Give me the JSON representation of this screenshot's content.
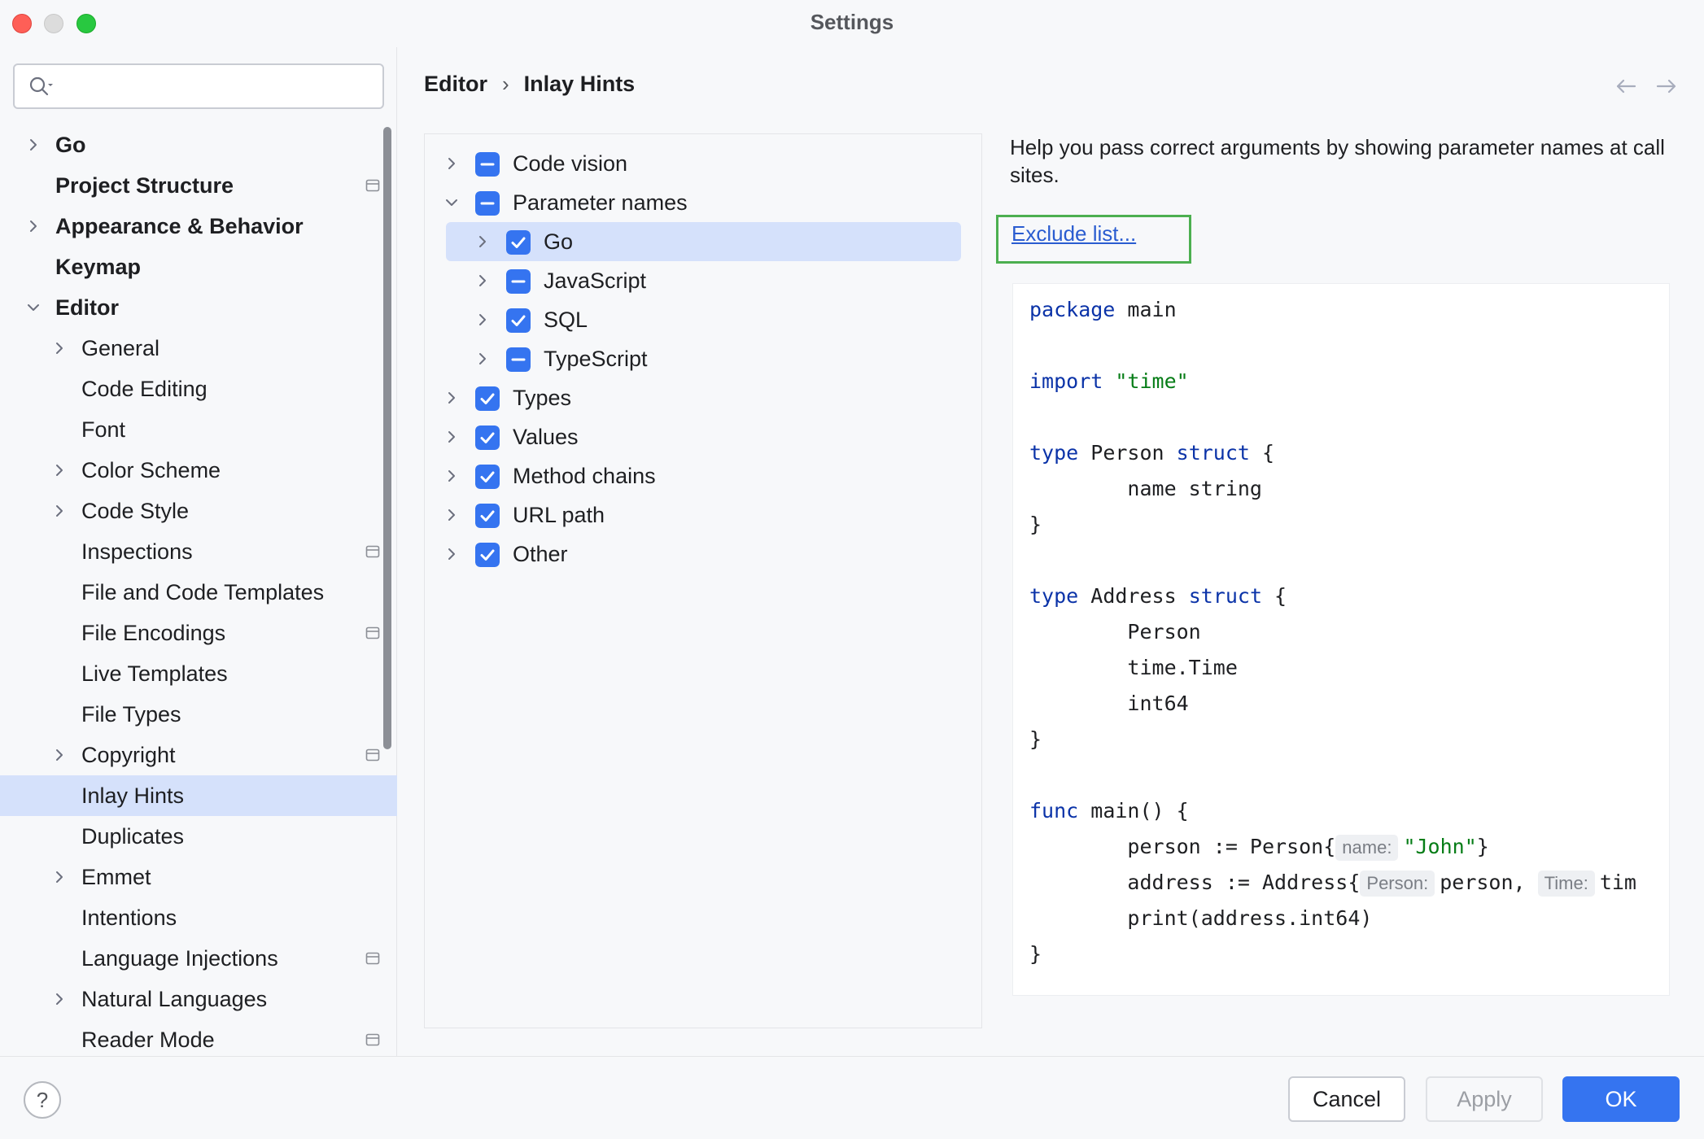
{
  "window": {
    "title": "Settings"
  },
  "search": {
    "placeholder": "",
    "icon": "search-icon"
  },
  "sidebar": {
    "items": [
      {
        "label": "Go",
        "bold": true,
        "chevron": "right",
        "indent": 0,
        "pin": false,
        "selected": false
      },
      {
        "label": "Project Structure",
        "bold": true,
        "chevron": "none",
        "indent": 0,
        "pin": true,
        "selected": false
      },
      {
        "label": "Appearance & Behavior",
        "bold": true,
        "chevron": "right",
        "indent": 0,
        "pin": false,
        "selected": false
      },
      {
        "label": "Keymap",
        "bold": true,
        "chevron": "none",
        "indent": 0,
        "pin": false,
        "selected": false
      },
      {
        "label": "Editor",
        "bold": true,
        "chevron": "down",
        "indent": 0,
        "pin": false,
        "selected": false
      },
      {
        "label": "General",
        "bold": false,
        "chevron": "right",
        "indent": 1,
        "pin": false,
        "selected": false
      },
      {
        "label": "Code Editing",
        "bold": false,
        "chevron": "none",
        "indent": 1,
        "pin": false,
        "selected": false
      },
      {
        "label": "Font",
        "bold": false,
        "chevron": "none",
        "indent": 1,
        "pin": false,
        "selected": false
      },
      {
        "label": "Color Scheme",
        "bold": false,
        "chevron": "right",
        "indent": 1,
        "pin": false,
        "selected": false
      },
      {
        "label": "Code Style",
        "bold": false,
        "chevron": "right",
        "indent": 1,
        "pin": false,
        "selected": false
      },
      {
        "label": "Inspections",
        "bold": false,
        "chevron": "none",
        "indent": 1,
        "pin": true,
        "selected": false
      },
      {
        "label": "File and Code Templates",
        "bold": false,
        "chevron": "none",
        "indent": 1,
        "pin": false,
        "selected": false
      },
      {
        "label": "File Encodings",
        "bold": false,
        "chevron": "none",
        "indent": 1,
        "pin": true,
        "selected": false
      },
      {
        "label": "Live Templates",
        "bold": false,
        "chevron": "none",
        "indent": 1,
        "pin": false,
        "selected": false
      },
      {
        "label": "File Types",
        "bold": false,
        "chevron": "none",
        "indent": 1,
        "pin": false,
        "selected": false
      },
      {
        "label": "Copyright",
        "bold": false,
        "chevron": "right",
        "indent": 1,
        "pin": true,
        "selected": false
      },
      {
        "label": "Inlay Hints",
        "bold": false,
        "chevron": "none",
        "indent": 1,
        "pin": false,
        "selected": true
      },
      {
        "label": "Duplicates",
        "bold": false,
        "chevron": "none",
        "indent": 1,
        "pin": false,
        "selected": false
      },
      {
        "label": "Emmet",
        "bold": false,
        "chevron": "right",
        "indent": 1,
        "pin": false,
        "selected": false
      },
      {
        "label": "Intentions",
        "bold": false,
        "chevron": "none",
        "indent": 1,
        "pin": false,
        "selected": false
      },
      {
        "label": "Language Injections",
        "bold": false,
        "chevron": "none",
        "indent": 1,
        "pin": true,
        "selected": false
      },
      {
        "label": "Natural Languages",
        "bold": false,
        "chevron": "right",
        "indent": 1,
        "pin": false,
        "selected": false
      },
      {
        "label": "Reader Mode",
        "bold": false,
        "chevron": "none",
        "indent": 1,
        "pin": true,
        "selected": false
      }
    ]
  },
  "breadcrumb": {
    "parent": "Editor",
    "separator": "›",
    "current": "Inlay Hints"
  },
  "hints": {
    "items": [
      {
        "label": "Code vision",
        "state": "partial",
        "chevron": "right",
        "indent": 0,
        "selected": false
      },
      {
        "label": "Parameter names",
        "state": "partial",
        "chevron": "down",
        "indent": 0,
        "selected": false
      },
      {
        "label": "Go",
        "state": "checked",
        "chevron": "right",
        "indent": 1,
        "selected": true
      },
      {
        "label": "JavaScript",
        "state": "partial",
        "chevron": "right",
        "indent": 1,
        "selected": false
      },
      {
        "label": "SQL",
        "state": "checked",
        "chevron": "right",
        "indent": 1,
        "selected": false
      },
      {
        "label": "TypeScript",
        "state": "partial",
        "chevron": "right",
        "indent": 1,
        "selected": false
      },
      {
        "label": "Types",
        "state": "checked",
        "chevron": "right",
        "indent": 0,
        "selected": false
      },
      {
        "label": "Values",
        "state": "checked",
        "chevron": "right",
        "indent": 0,
        "selected": false
      },
      {
        "label": "Method chains",
        "state": "checked",
        "chevron": "right",
        "indent": 0,
        "selected": false
      },
      {
        "label": "URL path",
        "state": "checked",
        "chevron": "right",
        "indent": 0,
        "selected": false
      },
      {
        "label": "Other",
        "state": "checked",
        "chevron": "right",
        "indent": 0,
        "selected": false
      }
    ]
  },
  "details": {
    "description": "Help you pass correct arguments by showing parameter names at call sites.",
    "exclude_link": "Exclude list..."
  },
  "code_preview": {
    "lines": [
      [
        {
          "t": "package",
          "c": "kw"
        },
        {
          "t": " main",
          "c": ""
        }
      ],
      [],
      [
        {
          "t": "import",
          "c": "kw"
        },
        {
          "t": " ",
          "c": ""
        },
        {
          "t": "\"time\"",
          "c": "str"
        }
      ],
      [],
      [
        {
          "t": "type",
          "c": "kw"
        },
        {
          "t": " Person ",
          "c": ""
        },
        {
          "t": "struct",
          "c": "kw"
        },
        {
          "t": " {",
          "c": ""
        }
      ],
      [
        {
          "t": "        name string",
          "c": ""
        }
      ],
      [
        {
          "t": "}",
          "c": ""
        }
      ],
      [],
      [
        {
          "t": "type",
          "c": "kw"
        },
        {
          "t": " Address ",
          "c": ""
        },
        {
          "t": "struct",
          "c": "kw"
        },
        {
          "t": " {",
          "c": ""
        }
      ],
      [
        {
          "t": "        Person",
          "c": ""
        }
      ],
      [
        {
          "t": "        time.Time",
          "c": ""
        }
      ],
      [
        {
          "t": "        int64",
          "c": ""
        }
      ],
      [
        {
          "t": "}",
          "c": ""
        }
      ],
      [],
      [
        {
          "t": "func",
          "c": "kw"
        },
        {
          "t": " main() {",
          "c": ""
        }
      ],
      [
        {
          "t": "        person := Person{",
          "c": ""
        },
        {
          "t": "name:",
          "c": "hint"
        },
        {
          "t": "\"John\"",
          "c": "str"
        },
        {
          "t": "}",
          "c": ""
        }
      ],
      [
        {
          "t": "        address := Address{",
          "c": ""
        },
        {
          "t": "Person:",
          "c": "hint"
        },
        {
          "t": "person, ",
          "c": ""
        },
        {
          "t": "Time:",
          "c": "hint"
        },
        {
          "t": "tim",
          "c": ""
        }
      ],
      [
        {
          "t": "        print(address.int64)",
          "c": ""
        }
      ],
      [
        {
          "t": "}",
          "c": ""
        }
      ]
    ]
  },
  "footer": {
    "help_label": "?",
    "cancel_label": "Cancel",
    "apply_label": "Apply",
    "ok_label": "OK"
  },
  "colors": {
    "accent": "#3574f0",
    "selection": "#d5e1fb",
    "highlight_box": "#4caf50",
    "link": "#2a5cd0",
    "keyword": "#0b33a8",
    "string": "#067d17"
  }
}
